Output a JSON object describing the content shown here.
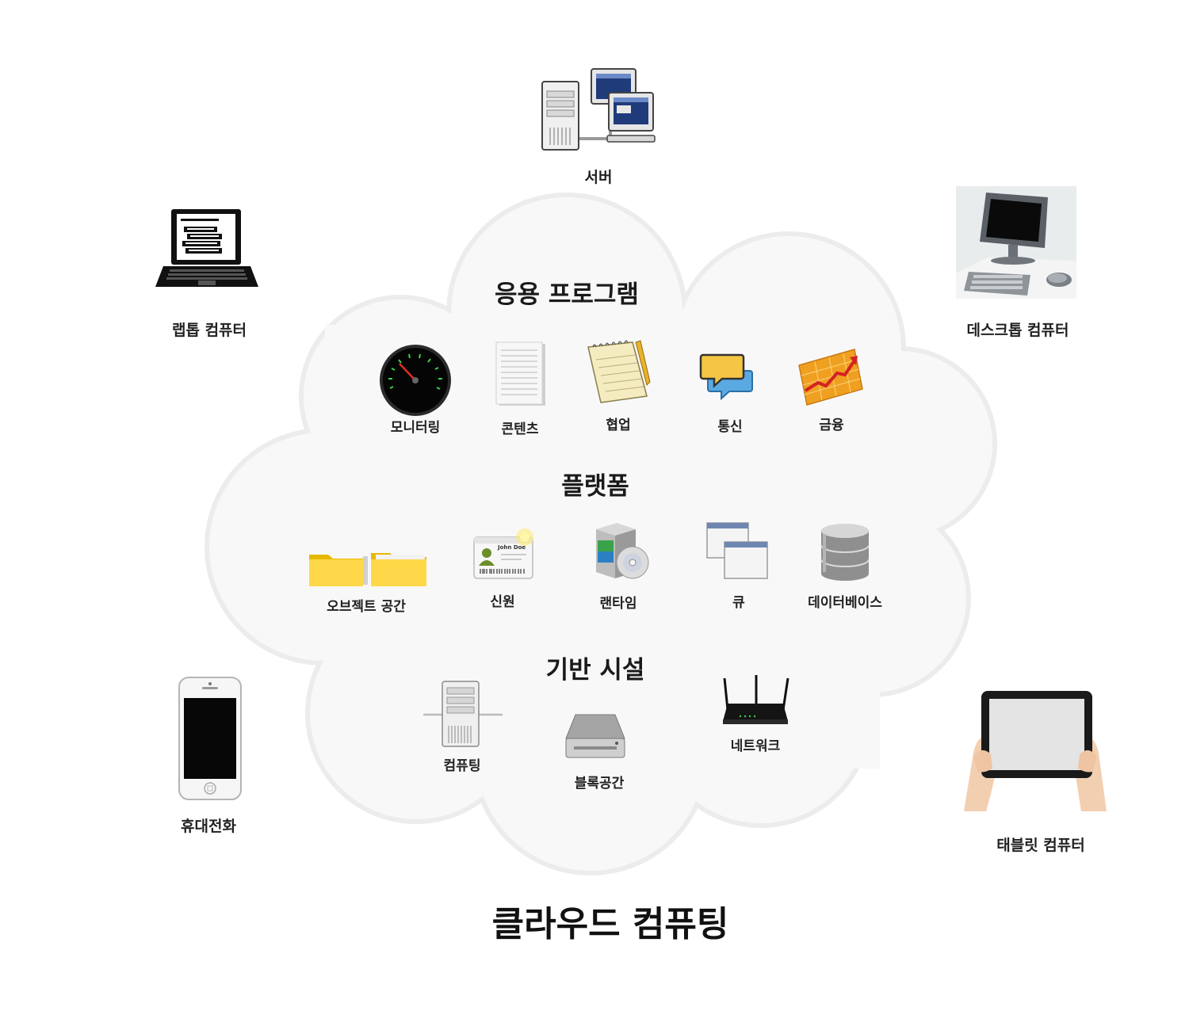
{
  "title": "클라우드 컴퓨팅",
  "sections": {
    "application": "응용 프로그램",
    "platform": "플랫폼",
    "infrastructure": "기반 시설"
  },
  "application_items": [
    "모니터링",
    "콘텐츠",
    "협업",
    "통신",
    "금융"
  ],
  "platform_items": [
    "오브젝트 공간",
    "신원",
    "랜타임",
    "큐",
    "데이터베이스"
  ],
  "infrastructure_items": [
    "컴퓨팅",
    "블록공간",
    "네트워크"
  ],
  "devices": {
    "server": "서버",
    "laptop": "랩톱 컴퓨터",
    "desktop": "데스크톱 컴퓨터",
    "phone": "휴대전화",
    "tablet": "태블릿 컴퓨터"
  },
  "id_card_name": "John Doe"
}
